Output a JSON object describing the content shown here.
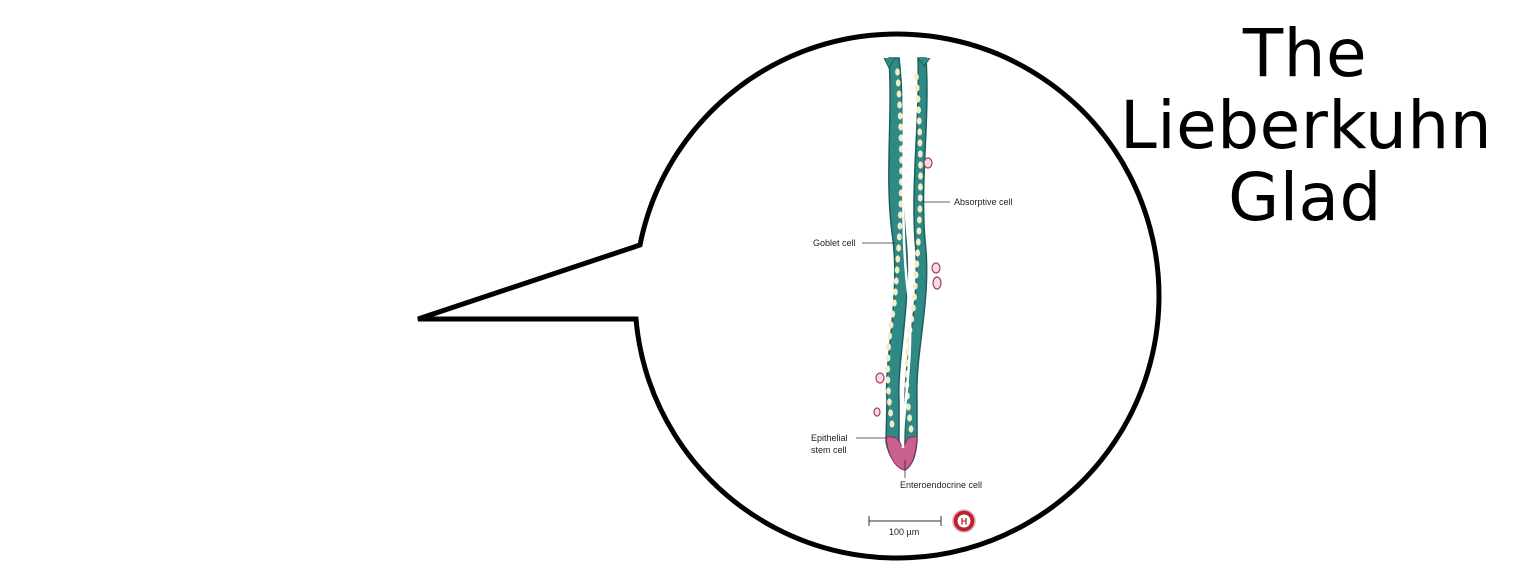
{
  "title": {
    "line1": "The",
    "line2": "Lieberkuhn",
    "line3": "Glad"
  },
  "labels": {
    "absorptive": "Absorptive cell",
    "goblet": "Goblet cell",
    "stem_line1": "Epithelial",
    "stem_line2": "stem cell",
    "enteroendocrine": "Enteroendocrine cell",
    "scale": "100 µm",
    "logo": "H"
  },
  "colors": {
    "bubble_stroke": "#000000",
    "crypt_teal": "#2f8a86",
    "crypt_dark": "#1d5f5d",
    "goblet_cream": "#f3ecc6",
    "stem_pink": "#c9608f",
    "logo_red": "#b8242e"
  }
}
